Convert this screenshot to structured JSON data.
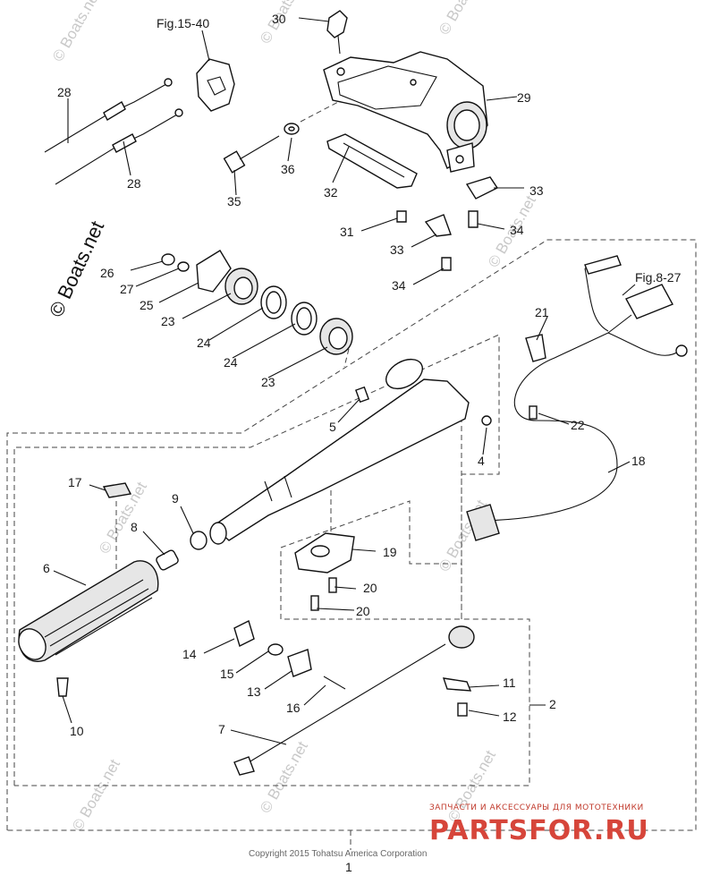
{
  "figure_refs": {
    "fig_15_40": "Fig.15-40",
    "fig_8_27": "Fig.8-27"
  },
  "callouts": {
    "c1": "1",
    "c2": "2",
    "c4": "4",
    "c5": "5",
    "c6": "6",
    "c7": "7",
    "c8": "8",
    "c9": "9",
    "c10": "10",
    "c11": "11",
    "c12": "12",
    "c13": "13",
    "c14": "14",
    "c15": "15",
    "c16": "16",
    "c17": "17",
    "c18": "18",
    "c19": "19",
    "c20a": "20",
    "c20b": "20",
    "c21": "21",
    "c22": "22",
    "c23a": "23",
    "c23b": "23",
    "c24a": "24",
    "c24b": "24",
    "c25": "25",
    "c26": "26",
    "c27": "27",
    "c28a": "28",
    "c28b": "28",
    "c29": "29",
    "c30": "30",
    "c31": "31",
    "c32": "32",
    "c33a": "33",
    "c33b": "33",
    "c34a": "34",
    "c34b": "34",
    "c35": "35",
    "c36": "36"
  },
  "watermarks": {
    "boats_net_large": "© Boats.net",
    "boats_net_small": "© Boats.net"
  },
  "copyright": "Copyright 2015 Tohatsu America Corporation",
  "brand_banner": {
    "tagline": "ЗАПЧАСТИ И АКСЕССУАРЫ ДЛЯ МОТОТЕХНИКИ",
    "site": "PARTSFOR.RU"
  }
}
